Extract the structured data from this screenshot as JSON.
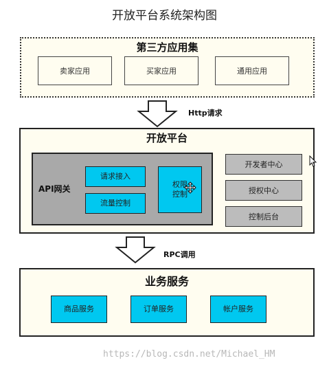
{
  "title": "开放平台系统架构图",
  "third_party": {
    "title": "第三方应用集",
    "apps": [
      "卖家应用",
      "买家应用",
      "通用应用"
    ]
  },
  "arrow_http": "Http请求",
  "open_platform": {
    "title": "开放平台",
    "gateway_label": "API网关",
    "gateway_items": [
      "请求接入",
      "流量控制"
    ],
    "auth_control": "权限\n控制",
    "side_items": [
      "开发者中心",
      "授权中心",
      "控制后台"
    ]
  },
  "arrow_rpc": "RPC调用",
  "business": {
    "title": "业务服务",
    "services": [
      "商品服务",
      "订单服务",
      "帐户服务"
    ]
  },
  "watermark": "https://blog.csdn.net/Michael_HM",
  "colors": {
    "panel_bg": "#fffdf0",
    "gateway_bg": "#a9a9a9",
    "cyan": "#00c8f0",
    "side_bg": "#bcbcbc"
  }
}
